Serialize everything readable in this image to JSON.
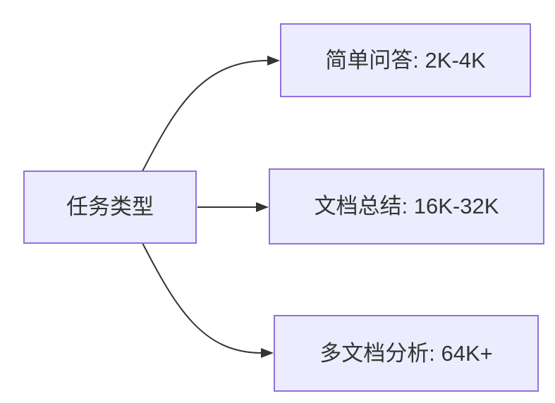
{
  "diagram": {
    "type": "flowchart",
    "direction": "left-to-right",
    "nodes": {
      "root": {
        "id": "task-type",
        "label": "任务类型"
      },
      "child1": {
        "id": "simple-qa",
        "label": "简单问答: 2K-4K"
      },
      "child2": {
        "id": "doc-summary",
        "label": "文档总结: 16K-32K"
      },
      "child3": {
        "id": "multi-doc",
        "label": "多文档分析: 64K+"
      }
    },
    "edges": [
      {
        "from": "task-type",
        "to": "simple-qa",
        "style": "curved-up",
        "arrow": "filled-triangle"
      },
      {
        "from": "task-type",
        "to": "doc-summary",
        "style": "straight",
        "arrow": "filled-triangle"
      },
      {
        "from": "task-type",
        "to": "multi-doc",
        "style": "curved-down",
        "arrow": "filled-triangle"
      }
    ]
  },
  "colors": {
    "node_fill": "#ECECFF",
    "node_border": "#9370DB",
    "edge_color": "#333333",
    "text_color": "#333333",
    "background": "#FFFFFF"
  }
}
